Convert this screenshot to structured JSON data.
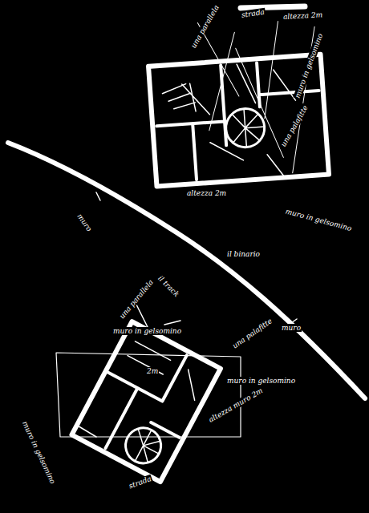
{
  "diagram": {
    "labels": [
      "strada",
      "altezza 2m",
      "una parallela",
      "muro in gelsomino",
      "una palafitte",
      "altezza 2m",
      "muro in gelsomino",
      "muro",
      "il binario",
      "il track",
      "muro",
      "una parallela",
      "muro in gelsomino",
      "una palafitte",
      "2m",
      "muro in gelsomino",
      "altezza muro 2m",
      "muro in gelsomino",
      "strada"
    ]
  }
}
